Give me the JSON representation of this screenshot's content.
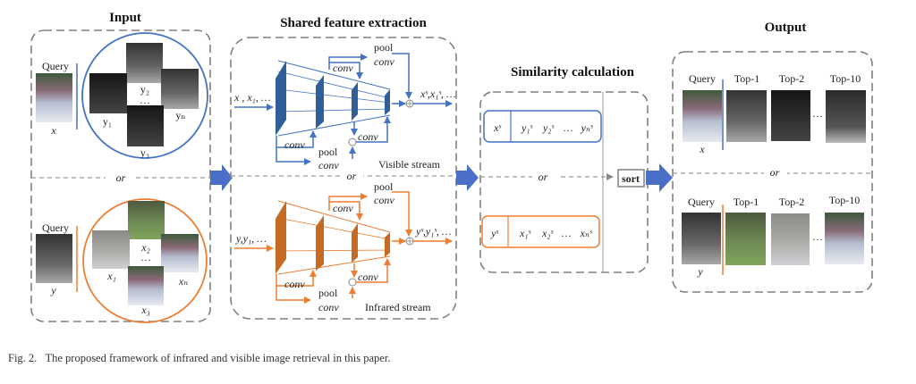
{
  "colors": {
    "visible": "#4472c4",
    "infrared": "#ed7d31",
    "dashed_border": "#808080",
    "block_visible": "#2e5f9a",
    "block_infrared": "#c66a24",
    "big_arrow": "#4a6fc9"
  },
  "sections": {
    "input": {
      "title": "Input"
    },
    "feature": {
      "title": "Shared feature extraction"
    },
    "similarity": {
      "title": "Similarity calculation"
    },
    "output": {
      "title": "Output"
    }
  },
  "input": {
    "visible_branch": {
      "query_label": "Query",
      "query_var": "x",
      "gallery": [
        "y₁",
        "y₂",
        "y₃",
        "yₙ"
      ],
      "ellipsis": "…"
    },
    "separator": "or",
    "infrared_branch": {
      "query_label": "Query",
      "query_var": "y",
      "gallery": [
        "x₁",
        "x₂",
        "x₃",
        "xₙ"
      ],
      "ellipsis": "…"
    }
  },
  "feature": {
    "visible_stream": {
      "input_label": "x , x₁, …",
      "output_label": "xˢ,x₁ˢ, …",
      "stream_label": "Visible stream",
      "pool_label": "pool",
      "conv_label": "conv"
    },
    "separator": "or",
    "infrared_stream": {
      "input_label": "y,y₁, …",
      "output_label": "yˢ,y₁ˢ, …",
      "stream_label": "Infrared stream",
      "pool_label": "pool",
      "conv_label": "conv"
    }
  },
  "similarity": {
    "visible_row": {
      "query": "xˢ",
      "items": [
        "y₁ˢ",
        "y₂ˢ",
        "…",
        "yₙˢ"
      ]
    },
    "separator": "or",
    "infrared_row": {
      "query": "yˢ",
      "items": [
        "x₁ˢ",
        "x₂ˢ",
        "…",
        "xₙˢ"
      ]
    },
    "sort_label": "sort"
  },
  "output": {
    "visible_result": {
      "headers": [
        "Query",
        "Top-1",
        "Top-2",
        "Top-10"
      ],
      "query_var": "x",
      "ellipsis": "…"
    },
    "separator": "or",
    "infrared_result": {
      "headers": [
        "Query",
        "Top-1",
        "Top-2",
        "Top-10"
      ],
      "query_var": "y",
      "ellipsis": "…"
    }
  },
  "caption": {
    "figure": "Fig. 2.",
    "text": "The proposed framework of infrared and visible image retrieval in this paper."
  }
}
